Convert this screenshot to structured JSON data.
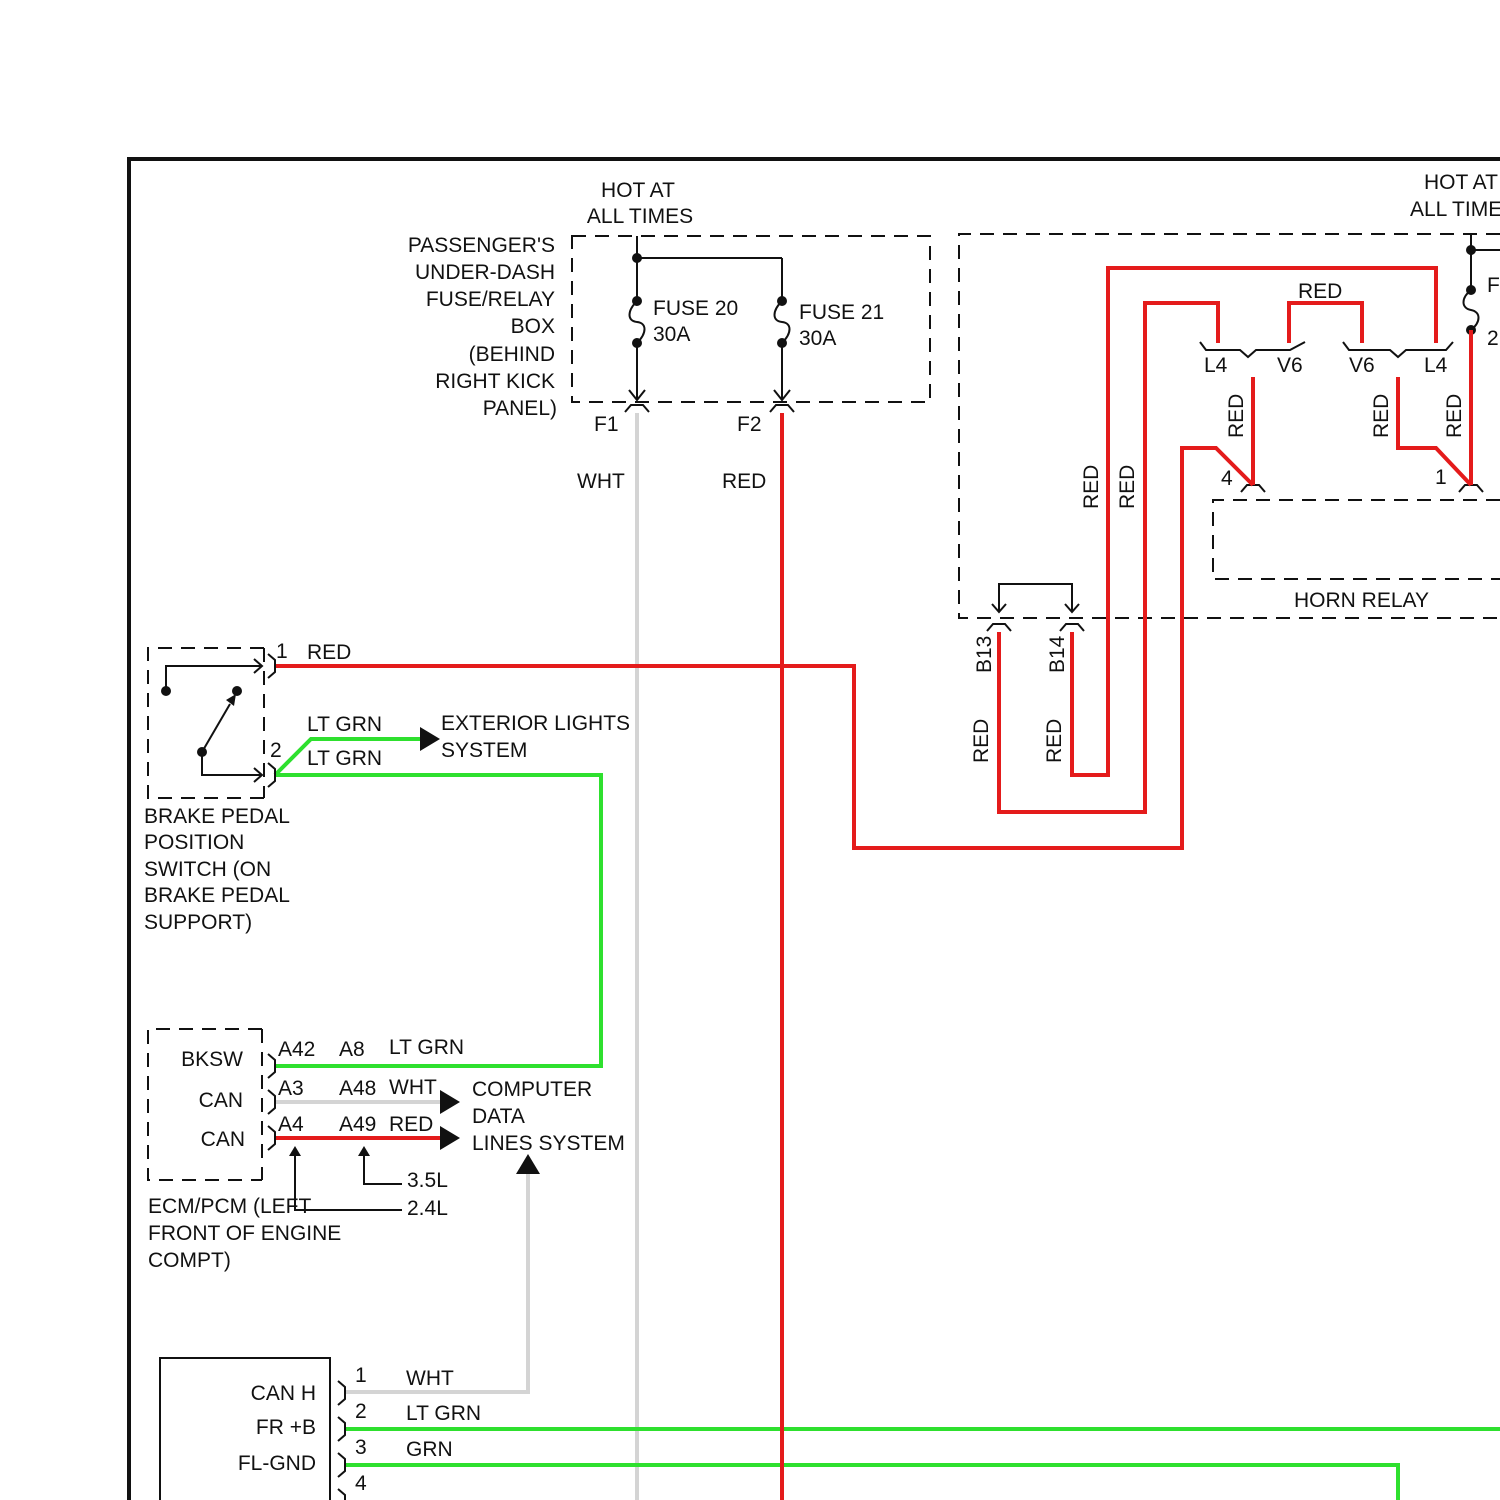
{
  "colors": {
    "red": "#e41b1b",
    "lt_grn": "#2ee02e",
    "wht": "#d4d4d4",
    "line": "#111111"
  },
  "labels": {
    "hot_at_all_times_1": "HOT AT",
    "hot_at_all_times_2": "ALL TIMES",
    "hot_at_right_1": "HOT AT",
    "hot_at_right_2": "ALL TIMES",
    "fusebox_l1": "PASSENGER'S",
    "fusebox_l2": "UNDER-DASH",
    "fusebox_l3": "FUSE/RELAY",
    "fusebox_l4": "BOX",
    "fusebox_l5": "(BEHIND",
    "fusebox_l6": "RIGHT KICK",
    "fusebox_l7": "PANEL)",
    "fuse20_name": "FUSE 20",
    "fuse20_rating": "30A",
    "fuse21_name": "FUSE 21",
    "fuse21_rating": "30A",
    "f1": "F1",
    "f2": "F2",
    "wht": "WHT",
    "red": "RED",
    "right_fuse_partial": "F",
    "right_fuse_num_partial": "2",
    "red_top": "RED",
    "l4_a": "L4",
    "v6_a": "V6",
    "v6_b": "V6",
    "l4_b": "L4",
    "red_v1": "RED",
    "red_v2": "RED",
    "red_v3": "RED",
    "red_v4": "RED",
    "red_v5": "RED",
    "horn_pin4": "4",
    "horn_pin1": "1",
    "horn_relay": "HORN RELAY",
    "b13": "B13",
    "b14": "B14",
    "red_b13": "RED",
    "red_b14": "RED",
    "bpp_pin1": "1",
    "bpp_red": "RED",
    "bpp_pin2": "2",
    "lt_grn_1": "LT GRN",
    "lt_grn_2": "LT GRN",
    "ext_lights_1": "EXTERIOR LIGHTS",
    "ext_lights_2": "SYSTEM",
    "bpp_l1": "BRAKE PEDAL",
    "bpp_l2": "POSITION",
    "bpp_l3": "SWITCH (ON",
    "bpp_l4": "BRAKE PEDAL",
    "bpp_l5": "SUPPORT)",
    "bksw": "BKSW",
    "can1": "CAN",
    "can2": "CAN",
    "a42": "A42",
    "a8": "A8",
    "lt_grn_ecm": "LT GRN",
    "a3": "A3",
    "a48": "A48",
    "wht_ecm": "WHT",
    "a4": "A4",
    "a49": "A49",
    "red_ecm": "RED",
    "cdl_1": "COMPUTER",
    "cdl_2": "DATA",
    "cdl_3": "LINES SYSTEM",
    "v35": "3.5L",
    "v24": "2.4L",
    "ecm_l1": "ECM/PCM (LEFT",
    "ecm_l2": "FRONT OF ENGINE",
    "ecm_l3": "COMPT)",
    "can_h": "CAN H",
    "fr_b": "FR +B",
    "fl_gnd": "FL-GND",
    "pin1": "1",
    "pin2": "2",
    "pin3": "3",
    "pin4": "4",
    "wht_bottom": "WHT",
    "lt_grn_bottom": "LT GRN",
    "grn_bottom": "GRN"
  }
}
